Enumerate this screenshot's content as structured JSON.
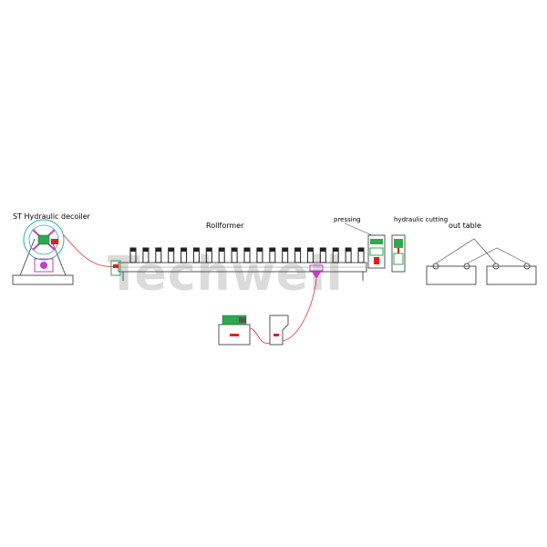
{
  "labels": {
    "decoiler": "ST Hydraulic decoiler",
    "rollformer": "Rollformer",
    "pressing": "pressing",
    "cutting": "hydraulic cutting",
    "out_table": "out table"
  },
  "watermark": "Techwell",
  "colors": {
    "line": "#555555",
    "cable": "#e03030",
    "roller": "#222222",
    "accent_green": "#2fa84f",
    "accent_magenta": "#c040c0",
    "accent_teal": "#30b0b0",
    "accent_red": "#e02020"
  },
  "rollformer": {
    "roller_count": 19
  }
}
